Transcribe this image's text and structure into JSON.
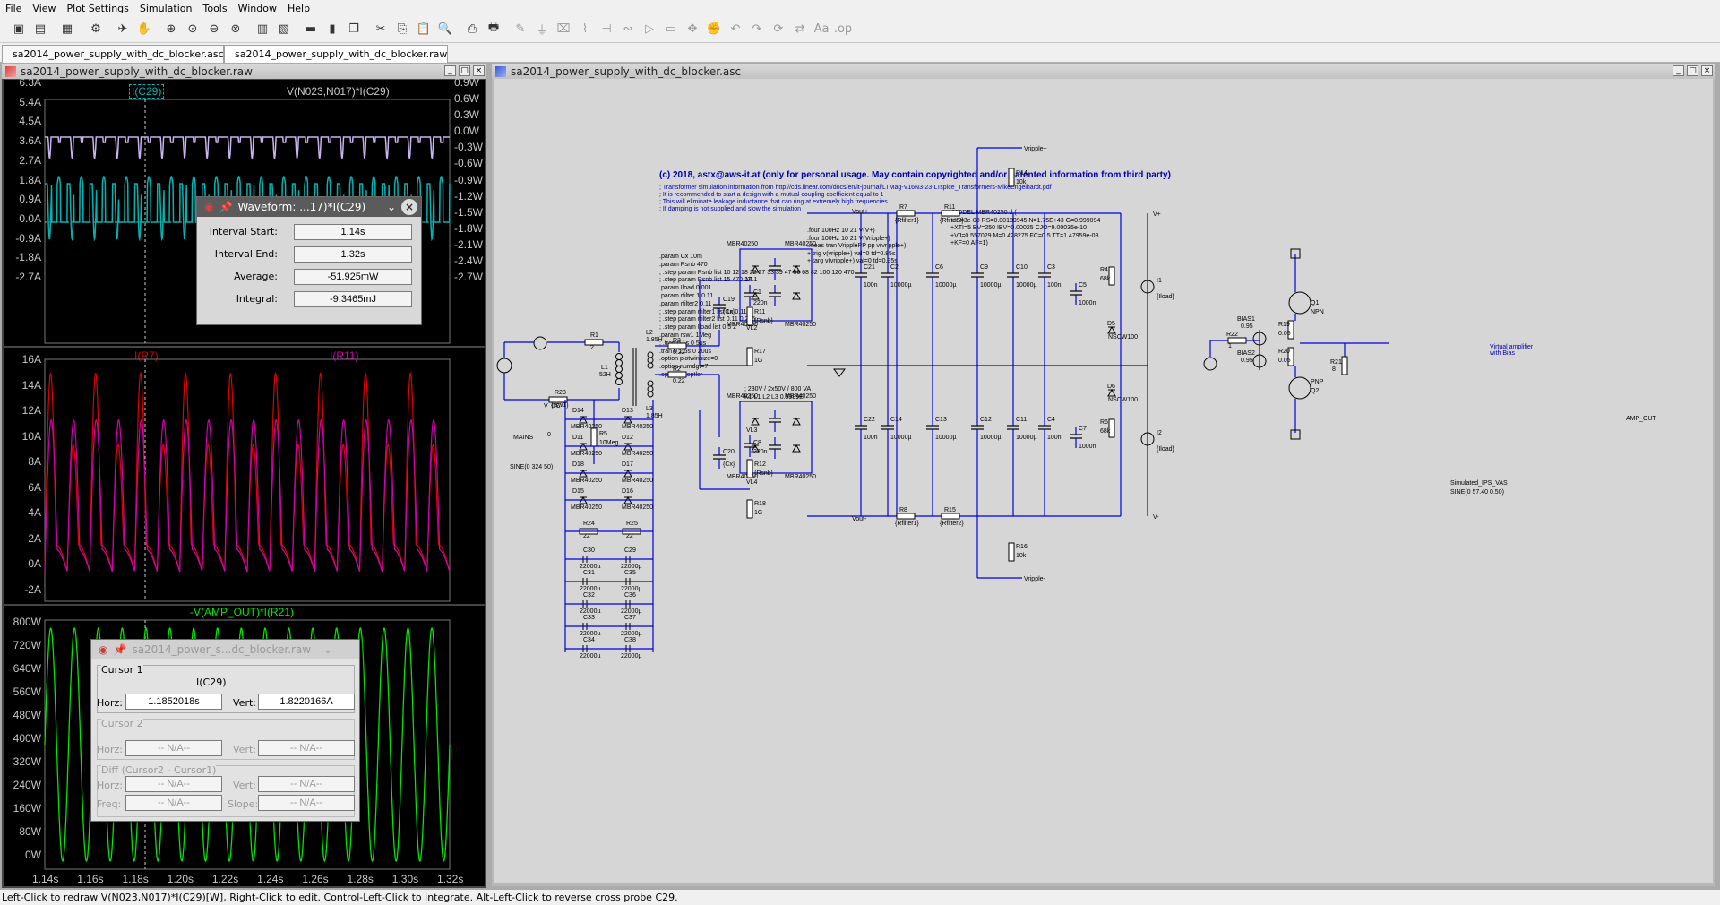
{
  "menu": [
    "File",
    "View",
    "Plot Settings",
    "Simulation",
    "Tools",
    "Window",
    "Help"
  ],
  "tabs": [
    {
      "label": "sa2014_power_supply_with_dc_blocker.asc"
    },
    {
      "label": "sa2014_power_supply_with_dc_blocker.raw"
    }
  ],
  "plot_window": {
    "title": "sa2014_power_supply_with_dc_blocker.raw"
  },
  "schematic_window": {
    "title": "sa2014_power_supply_with_dc_blocker.asc"
  },
  "pane1": {
    "trace_left": "I(C29)",
    "trace_right": "V(N023,N017)*I(C29)",
    "left_ticks": [
      "6.3A",
      "5.4A",
      "4.5A",
      "3.6A",
      "2.7A",
      "1.8A",
      "0.9A",
      "0.0A",
      "-0.9A",
      "-1.8A",
      "-2.7A"
    ],
    "right_ticks": [
      "0.9W",
      "0.6W",
      "0.3W",
      "0.0W",
      "-0.3W",
      "-0.6W",
      "-0.9W",
      "-1.2W",
      "-1.5W",
      "-1.8W",
      "-2.1W",
      "-2.4W",
      "-2.7W"
    ]
  },
  "pane2": {
    "trace_a": "I(R7)",
    "trace_b": "I(R11)",
    "left_ticks": [
      "16A",
      "14A",
      "12A",
      "10A",
      "8A",
      "6A",
      "4A",
      "2A",
      "0A",
      "-2A"
    ]
  },
  "pane3": {
    "trace": "-V(AMP_OUT)*I(R21)",
    "left_ticks": [
      "800W",
      "720W",
      "640W",
      "560W",
      "480W",
      "400W",
      "320W",
      "240W",
      "160W",
      "80W",
      "0W"
    ],
    "x_ticks": [
      "1.14s",
      "1.16s",
      "1.18s",
      "1.20s",
      "1.22s",
      "1.24s",
      "1.26s",
      "1.28s",
      "1.30s",
      "1.32s"
    ]
  },
  "waveform_dialog": {
    "title": "Waveform: ...17)*I(C29)",
    "interval_start_label": "Interval Start:",
    "interval_start": "1.14s",
    "interval_end_label": "Interval End:",
    "interval_end": "1.32s",
    "average_label": "Average:",
    "average": "-51.925mW",
    "integral_label": "Integral:",
    "integral": "-9.3465mJ"
  },
  "cursor_dialog": {
    "title": "sa2014_power_s...dc_blocker.raw",
    "cursor1_group": "Cursor 1",
    "cursor1_trace": "I(C29)",
    "horz_label": "Horz:",
    "vert_label": "Vert:",
    "cursor1_horz": "1.1852018s",
    "cursor1_vert": "1.8220166A",
    "cursor2_group": "Cursor 2",
    "cursor2_horz": "-- N/A--",
    "cursor2_vert": "-- N/A--",
    "diff_group": "Diff (Cursor2 - Cursor1)",
    "diff_horz": "-- N/A--",
    "diff_vert": "-- N/A--",
    "freq_label": "Freq:",
    "slope_label": "Slope:",
    "diff_freq": "-- N/A--",
    "diff_slope": "-- N/A--"
  },
  "schematic": {
    "copyright": "(c) 2018, astx@aws-it.at (only for personal usage. May contain copyrighted and/or patented information from third party)",
    "notes": [
      "; Transformer simulation information from http://cds.linear.com/docs/en/lt-journal/LTMag-V16N3-23-LTspice_Transformers-MikeEngelhardt.pdf",
      "; It is recommended to start a design with a mutual coupling coefficient equal to 1",
      "; This will eliminate leakage inductance that can ring at extremely high frequencies",
      "; If damping is not supplied and slow the simulation"
    ],
    "params": [
      ".param Cx 10m",
      ".param Rsnb 470",
      "; .step param Rsnb list 10 12 18 22 27 33 39 47 56 68 82 100 120 470",
      "; .step param Rsnb list 15 470 1T",
      ".param Iload 0.001",
      ".param rfilter 1 0.11",
      ".param rfilter2 0.11",
      "; .step param rfilter1 list 1n 0.11",
      "; .step param rfilter2 list 0.11 0.215",
      "; .step param Iload list 0.5 2",
      ".param rsw1 1Meg",
      "; .tran 0 1s 0 5us",
      ".tran 0 1.5s 0 20us",
      "",
      ".option plotwinsize=0",
      ".option numdgt=7",
      ".option nooptler"
    ],
    "meas": [
      ".four 100Hz 10 21 V(V+)",
      ".four 100Hz 10 21 V(Vripple+)",
      ".meas tran VripplePP pp v(vripple+)",
      "+ trig v(vripple+) val=0 td=0.85s",
      "+ targ v(vripple+) val=0 td=0.95s"
    ],
    "model": [
      ".MODEL MBR40250 d (",
      "+IS=3e-08 RS=0.00189945 N=1.75E+43 G=0.999094",
      "+XTI=5 BV=250 IBV=0.00025 CJO=9.00035e-10",
      "+VJ=0.557029 M=0.428275 FC=0.5 TT=1.47959e-08",
      "+KF=0 AF=1)"
    ],
    "xfmr": "; 230V / 2x50V / 800 VA",
    "coupling": "K1 L1 L2 L3 0.9999E",
    "mains_label": "MAINS",
    "mains_src": "SINE(0 324 50)",
    "vdc": "V_DC",
    "vdc_val": "0",
    "amp_note": "Virtual amplifier\nwith Bias",
    "amp_src": "Simulated_IPS_VAS",
    "amp_sine": "SINE(0 57.40 0.50)",
    "amp_out": "AMP_OUT",
    "labels": [
      "Vripple+",
      "Vripple-",
      "V+",
      "V-",
      "Vout+",
      "Vout-",
      "VL1",
      "VL2",
      "VL3",
      "VL4",
      "Q1",
      "Q2",
      "NPN",
      "PNP",
      "BIAS1",
      "BIAS2",
      "R19",
      "R20",
      "R21",
      "R22",
      "D5",
      "D6",
      "NSCW100"
    ]
  },
  "status": "Left-Click to redraw V(N023,N017)*I(C29)[W],  Right-Click to edit.  Control-Left-Click to integrate.  Alt-Left-Click to reverse cross probe C29.",
  "colors": {
    "cyan": "#00b4b4",
    "lavender": "#c8b4f0",
    "red": "#e00000",
    "magenta": "#d000b0",
    "green": "#00e600",
    "wire": "#0000dc",
    "text": "#0000b4"
  }
}
